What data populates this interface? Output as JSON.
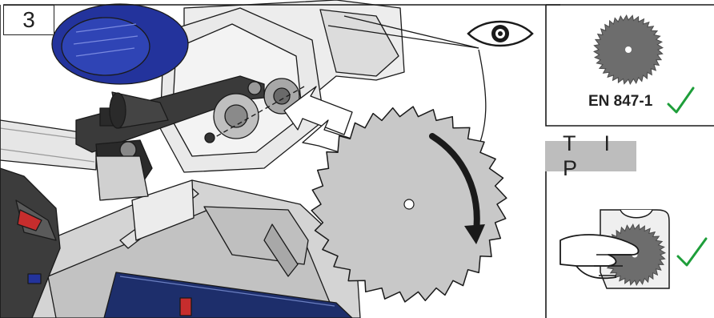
{
  "step": {
    "number": "3"
  },
  "blade_panel": {
    "standard": "EN 847-1"
  },
  "tip_panel": {
    "label": "T I P"
  },
  "colors": {
    "line": "#1a1a1a",
    "blade_grey": "#6d6d6d",
    "blade_light": "#c8c8c8",
    "check_green": "#1e9e3a",
    "motor_blue": "#23339c",
    "tip_grey": "#bdbdbd",
    "saw_grey": "#d9d9d9",
    "rail_blue": "#1d2e6b",
    "red_accent": "#c62d2d"
  }
}
